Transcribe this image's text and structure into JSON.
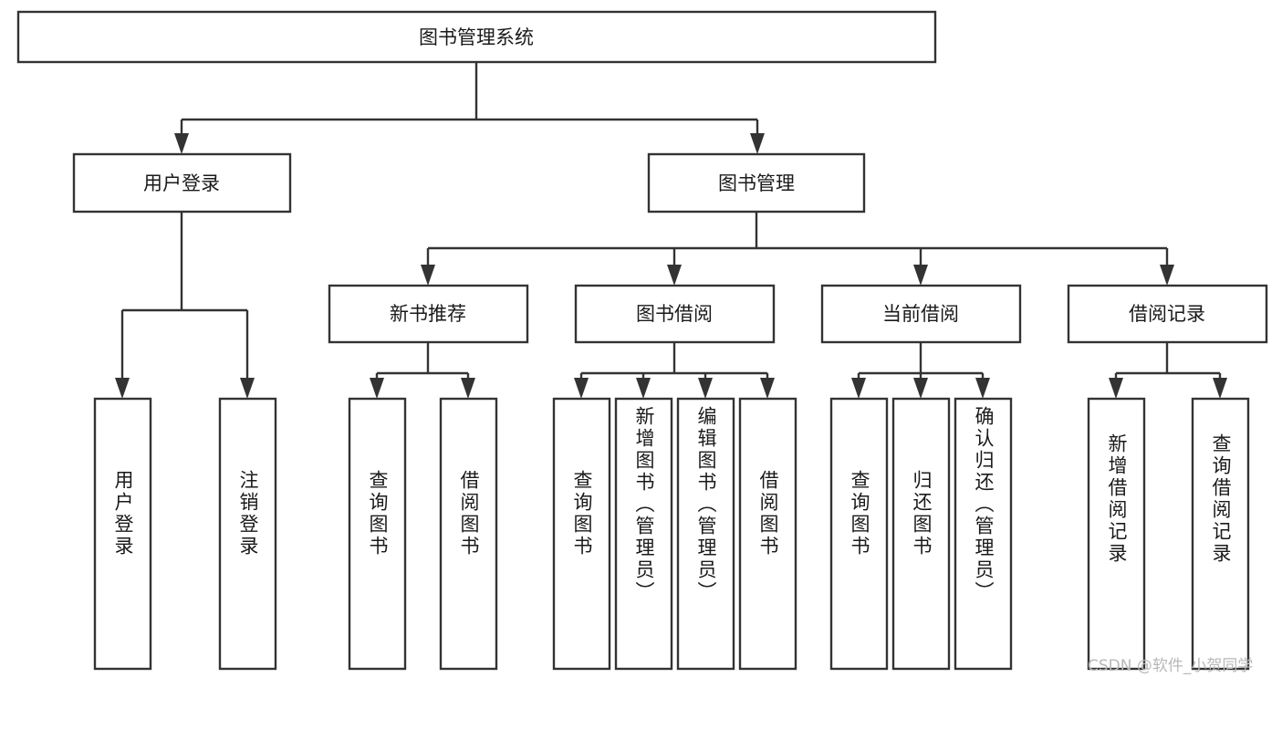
{
  "diagram": {
    "type": "tree-hierarchy-chart",
    "title": "图书管理系统",
    "background_color": "#ffffff",
    "box_stroke_color": "#333333",
    "box_fill_color": "#ffffff",
    "text_color": "#1a1a1a",
    "levels": {
      "level1": [
        {
          "id": "root",
          "label": "图书管理系统",
          "orientation": "horizontal"
        }
      ],
      "level2": [
        {
          "id": "user-login",
          "label": "用户登录",
          "orientation": "horizontal"
        },
        {
          "id": "book-manage",
          "label": "图书管理",
          "orientation": "horizontal"
        }
      ],
      "level3": [
        {
          "id": "new-book-rec",
          "label": "新书推荐",
          "orientation": "horizontal"
        },
        {
          "id": "book-borrow",
          "label": "图书借阅",
          "orientation": "horizontal"
        },
        {
          "id": "current-borrow",
          "label": "当前借阅",
          "orientation": "horizontal"
        },
        {
          "id": "borrow-record",
          "label": "借阅记录",
          "orientation": "horizontal"
        }
      ],
      "level4": [
        {
          "id": "leaf-user-login",
          "label": "用户登录",
          "orientation": "vertical",
          "parent": "user-login"
        },
        {
          "id": "leaf-user-logout",
          "label": "注销登录",
          "orientation": "vertical",
          "parent": "user-login"
        },
        {
          "id": "leaf-query-book-1",
          "label": "查询图书",
          "orientation": "vertical",
          "parent": "new-book-rec"
        },
        {
          "id": "leaf-borrow-book-1",
          "label": "借阅图书",
          "orientation": "vertical",
          "parent": "new-book-rec"
        },
        {
          "id": "leaf-query-book-2",
          "label": "查询图书",
          "orientation": "vertical",
          "parent": "book-borrow"
        },
        {
          "id": "leaf-add-book",
          "label": "新增图书（管理员）",
          "orientation": "vertical",
          "parent": "book-borrow"
        },
        {
          "id": "leaf-edit-book",
          "label": "编辑图书（管理员）",
          "orientation": "vertical",
          "parent": "book-borrow"
        },
        {
          "id": "leaf-borrow-book-2",
          "label": "借阅图书",
          "orientation": "vertical",
          "parent": "book-borrow"
        },
        {
          "id": "leaf-query-book-3",
          "label": "查询图书",
          "orientation": "vertical",
          "parent": "current-borrow"
        },
        {
          "id": "leaf-return-book",
          "label": "归还图书",
          "orientation": "vertical",
          "parent": "current-borrow"
        },
        {
          "id": "leaf-confirm-return",
          "label": "确认归还（管理员）",
          "orientation": "vertical",
          "parent": "current-borrow"
        },
        {
          "id": "leaf-add-record",
          "label": "新增借阅记录",
          "orientation": "vertical",
          "parent": "borrow-record"
        },
        {
          "id": "leaf-query-record",
          "label": "查询借阅记录",
          "orientation": "vertical",
          "parent": "borrow-record"
        }
      ]
    }
  },
  "watermark": {
    "text": "CSDN @软件_小贺同学",
    "color": "#b8b8b8"
  }
}
